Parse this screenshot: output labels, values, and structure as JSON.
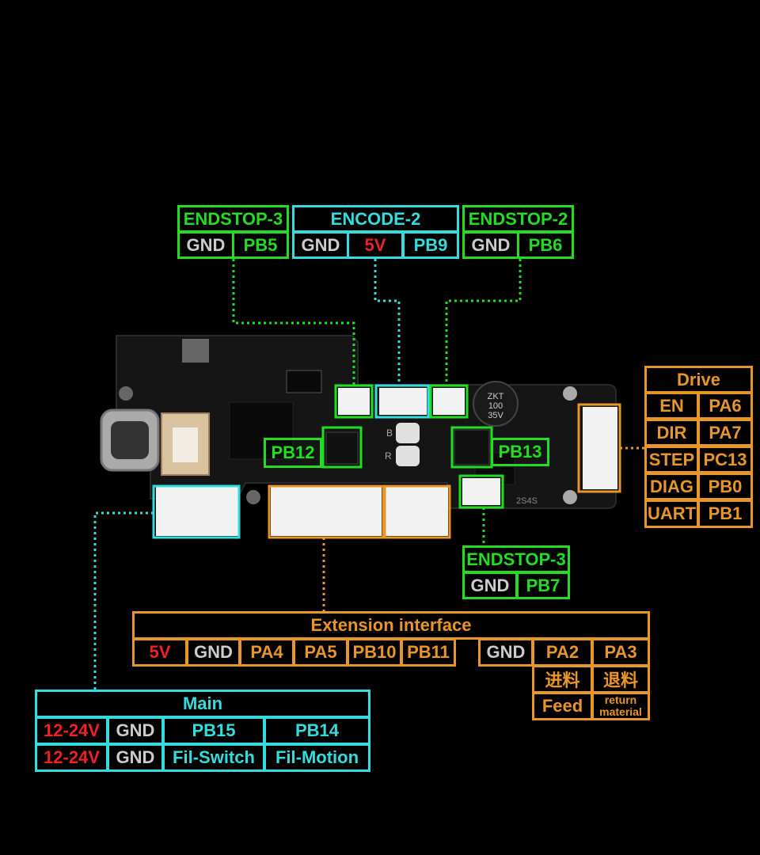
{
  "endstop3_top": {
    "title": "ENDSTOP-3",
    "pins": [
      "GND",
      "PB5"
    ]
  },
  "encode2": {
    "title": "ENCODE-2",
    "pins": [
      "GND",
      "5V",
      "PB9"
    ]
  },
  "endstop2": {
    "title": "ENDSTOP-2",
    "pins": [
      "GND",
      "PB6"
    ]
  },
  "button_left": {
    "label": "PB12"
  },
  "button_right": {
    "label": "PB13"
  },
  "drive": {
    "title": "Drive",
    "rows": [
      [
        "EN",
        "PA6"
      ],
      [
        "DIR",
        "PA7"
      ],
      [
        "STEP",
        "PC13"
      ],
      [
        "DIAG",
        "PB0"
      ],
      [
        "UART",
        "PB1"
      ]
    ]
  },
  "endstop3_bottom": {
    "title": "ENDSTOP-3",
    "pins": [
      "GND",
      "PB7"
    ]
  },
  "extension": {
    "title": "Extension interface",
    "pins_left": [
      "5V",
      "GND",
      "PA4",
      "PA5",
      "PB10",
      "PB11"
    ],
    "pins_right": [
      "GND",
      "PA2",
      "PA3"
    ],
    "cn": [
      "进料",
      "退料"
    ],
    "en": [
      "Feed",
      "return material"
    ]
  },
  "main": {
    "title": "Main",
    "row1": [
      "12-24V",
      "GND",
      "PB15",
      "PB14"
    ],
    "row2": [
      "12-24V",
      "GND",
      "Fil-Switch",
      "Fil-Motion"
    ]
  },
  "board": {
    "cap_text": [
      "ZKT",
      "100",
      "35V"
    ],
    "silk": [
      "B",
      "R"
    ],
    "chip_label": "2S4S"
  },
  "colors": {
    "green": "#22dd22",
    "cyan": "#33dddd",
    "orange": "#e8952a",
    "red": "#ee2222",
    "gray": "#cccccc"
  }
}
